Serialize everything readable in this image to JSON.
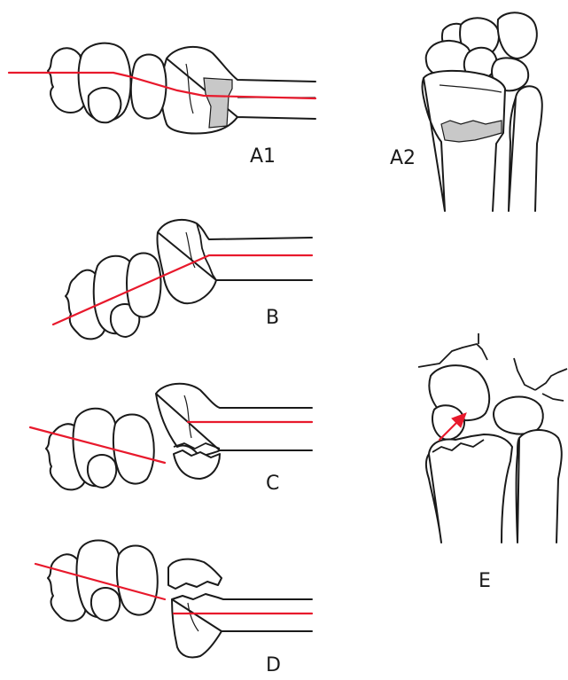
{
  "panels": {
    "a1": {
      "label": "A1"
    },
    "a2": {
      "label": "A2"
    },
    "b": {
      "label": "B"
    },
    "c": {
      "label": "C"
    },
    "d": {
      "label": "D"
    },
    "e": {
      "label": "E"
    }
  },
  "colors": {
    "axis_line": "#e8192c",
    "fragment_shade": "#c8c8c8",
    "outline": "#1a1a1a"
  },
  "icons": {
    "arrow": "red-arrow-icon"
  }
}
